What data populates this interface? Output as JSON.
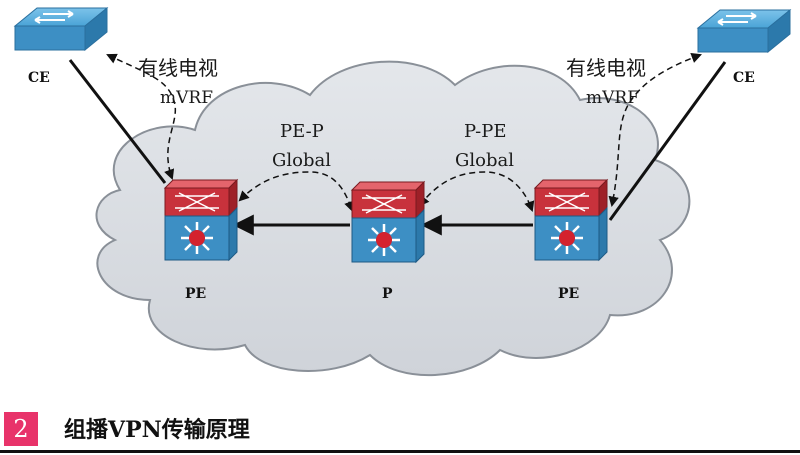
{
  "nodes": {
    "ce_left": "CE",
    "ce_right": "CE",
    "pe_left": "PE",
    "p_center": "P",
    "pe_right": "PE"
  },
  "labels": {
    "tv_left": "有线电视",
    "mvrf_left": "mVRF",
    "pe_p": "PE-P",
    "global_left": "Global",
    "p_pe": "P-PE",
    "global_right": "Global",
    "tv_right": "有线电视",
    "mvrf_right": "mVRF"
  },
  "caption": {
    "number": "2",
    "title": "组播VPN传输原理"
  },
  "colors": {
    "cloud_fill": "#d9dde3",
    "cloud_stroke": "#8a9098",
    "router_blue": "#3d8fc4",
    "router_red": "#c8323c",
    "badge": "#e8336a"
  }
}
